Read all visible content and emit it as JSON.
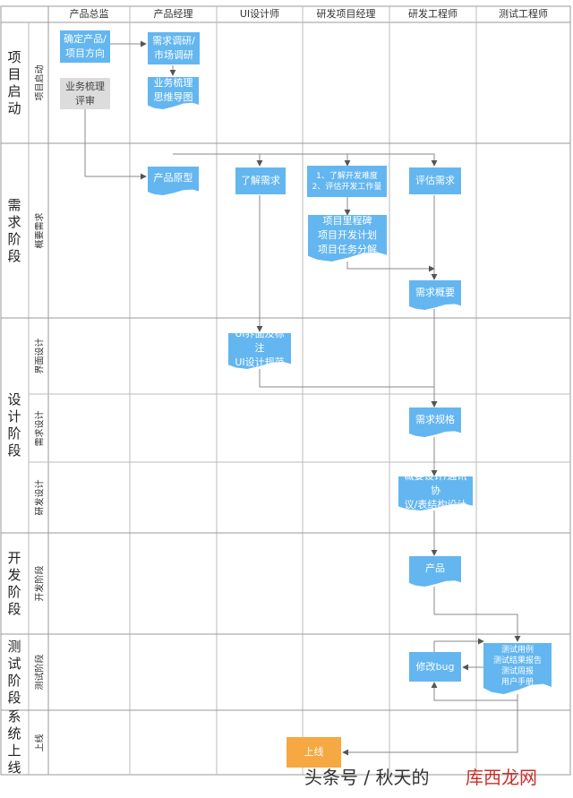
{
  "columns": [
    "产品总监",
    "产品经理",
    "UI设计师",
    "研发项目经理",
    "研发工程师",
    "测试工程师"
  ],
  "phases": [
    {
      "title": "项\n目\n启\n动",
      "sub": "项目启动"
    },
    {
      "title": "需\n求\n阶\n段",
      "sub": "概要需求"
    },
    {
      "title": "设\n计\n阶\n段",
      "sub": "界面设计"
    },
    {
      "title": "",
      "sub": "需求设计"
    },
    {
      "title": "",
      "sub": "研发设计"
    },
    {
      "title": "开\n发\n阶\n段",
      "sub": "开发阶段"
    },
    {
      "title": "测\n试\n阶\n段",
      "sub": "测试阶段"
    },
    {
      "title": "系\n统\n上\n线",
      "sub": "上线"
    }
  ],
  "design_phase_title": "设\n计\n阶\n段",
  "nodes": {
    "confirm_product": "确定产品/\n项目方向",
    "business_review": "业务梳理\n评审",
    "requirement_research": "需求调研/\n市场调研",
    "business_mindmap": "业务梳理\n思维导图",
    "product_prototype": "产品原型",
    "ui_understand": "了解需求",
    "rd_pm_assess": "1、了解开发难度\n2、评估开发工作量",
    "milestones": "项目里程碑\n项目开发计划\n项目任务分解",
    "dev_evaluate": "评估需求",
    "req_overview": "需求概要",
    "ui_spec": "UI界面及标注\nUI设计规范",
    "req_spec": "需求规格",
    "arch_design": "概要设计/通讯协\n议/表结构设计",
    "product": "产品",
    "fix_bug": "修改bug",
    "test_docs": "测试用例\n测试结果报告\n测试周报\n用户手册",
    "launch": "上线"
  },
  "watermark": {
    "text": "头条号 / 秋天的",
    "site": "库西龙网"
  },
  "colors": {
    "process": "#63b6ef",
    "gray": "#dcdcdc",
    "orange": "#f6a843",
    "line": "#888888",
    "arrow": "#555555"
  }
}
